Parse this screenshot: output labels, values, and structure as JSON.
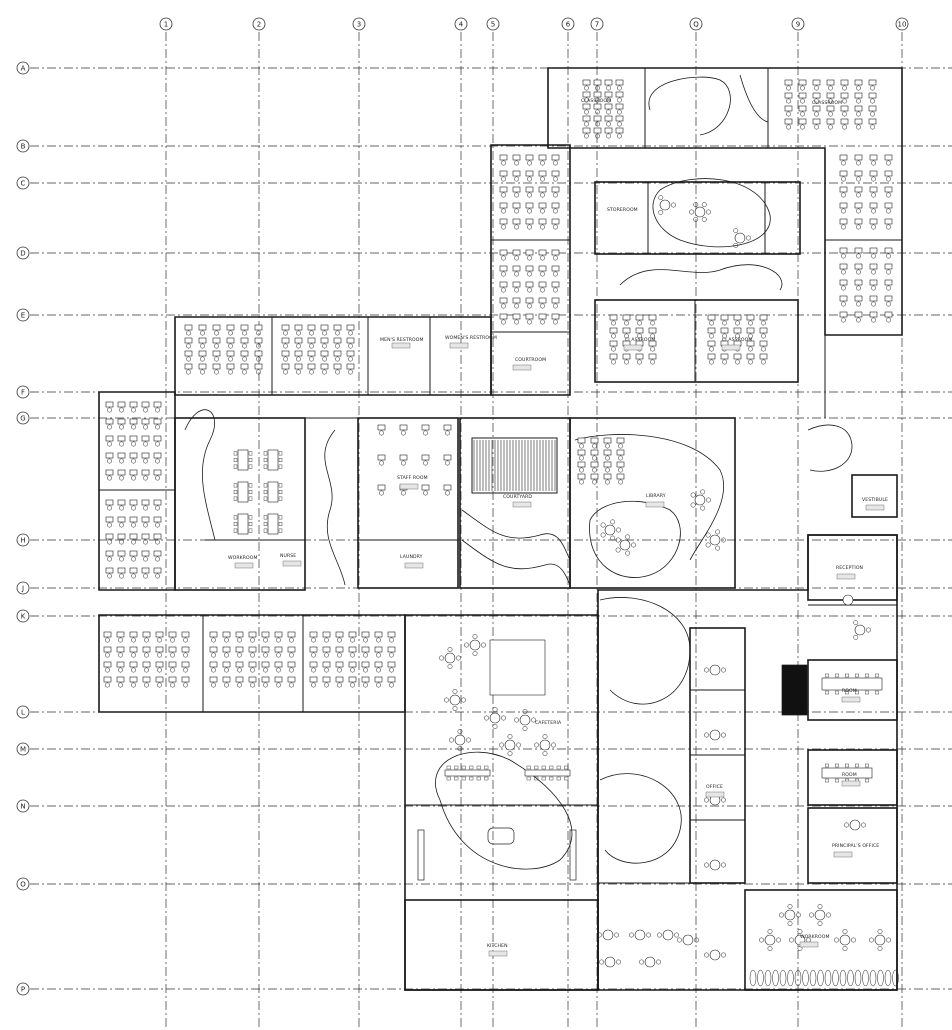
{
  "grid": {
    "columns": [
      "1",
      "2",
      "3",
      "4",
      "5",
      "6",
      "7",
      "Q",
      "9",
      "10"
    ],
    "rows": [
      "A",
      "B",
      "C",
      "D",
      "E",
      "F",
      "G",
      "H",
      "J",
      "K",
      "L",
      "M",
      "N",
      "O",
      "P"
    ]
  },
  "rooms": {
    "r_cls1": "CLASSROOM",
    "r_cls_top_right": "CLASSROOM",
    "r_staff": "STAFF ROOM",
    "r_mens_restroom": "MEN'S RESTROOM",
    "r_womens_restroom": "WOMEN'S RESTROOM",
    "r_ci1": "CI ASSROOM",
    "r_ci2": "CI ASSROOM",
    "r_courtyard": "COURTYARD",
    "r_library": "LIBRARY",
    "r_cafeteria": "CAFETERIA",
    "r_kitchen": "KITCHEN",
    "r_reception": "RECEPTION",
    "r_conf1": "ROOM",
    "r_conf2": "ROOM",
    "r_office": "OFFICE",
    "r_principal": "PRINCIPAL'S OFFICE",
    "r_workroom": "WORKROOM",
    "r_courtroom": "COURTROOM",
    "r_vestibule": "VESTIBULE",
    "r_laundry": "LAUNDRY",
    "r_storeroom": "STOREROOM",
    "r_nurse": "NURSE"
  },
  "colors": {
    "line": "#1a1a1a",
    "grid": "#333333",
    "furniture": "#222222",
    "background": "#ffffff",
    "tag_fill": "#e6e6e6"
  }
}
